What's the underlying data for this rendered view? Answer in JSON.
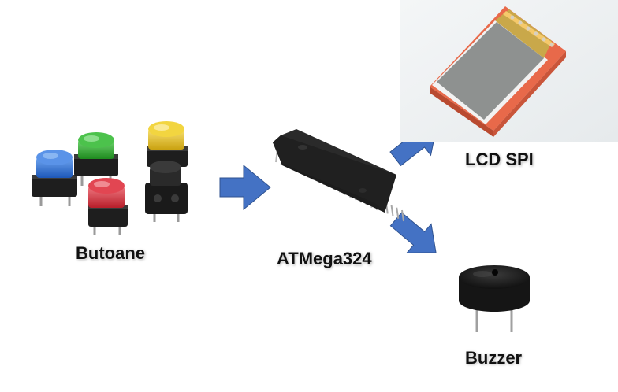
{
  "labels": {
    "buttons": "Butoane",
    "mcu": "ATMega324",
    "lcd": "LCD SPI",
    "buzzer": "Buzzer"
  },
  "colors": {
    "arrow": "#4472c4",
    "button_blue": "#2f6fd6",
    "button_green": "#2fae2f",
    "button_red": "#d8303c",
    "button_yellow": "#e8c21c",
    "button_black": "#222222",
    "chip": "#1c1c1c",
    "lcd_board": "#e86a4a",
    "lcd_screen": "#8e9190",
    "buzzer": "#1a1a1a"
  }
}
